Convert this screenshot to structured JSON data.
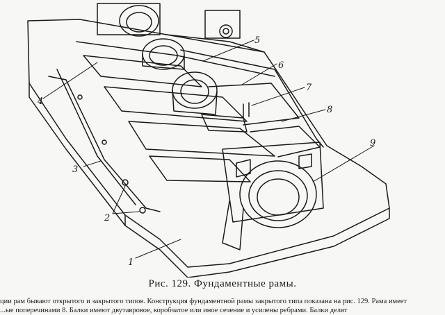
{
  "figure": {
    "caption": "Рис. 129. Фундаментные рамы.",
    "callouts": [
      "1",
      "2",
      "2",
      "3",
      "4",
      "5",
      "6",
      "7",
      "8",
      "9"
    ]
  },
  "body_text": {
    "line1": "ции рам бывают открытого и закрытого типов. Конструкция фундаментной рамы закрытого типа показана на рис. 129. Рама имеет",
    "line2": "...ые поперечинами 8. Балки имеют двутавровое, коробчатое или иное сечение и усилены ребрами. Балки делят"
  }
}
